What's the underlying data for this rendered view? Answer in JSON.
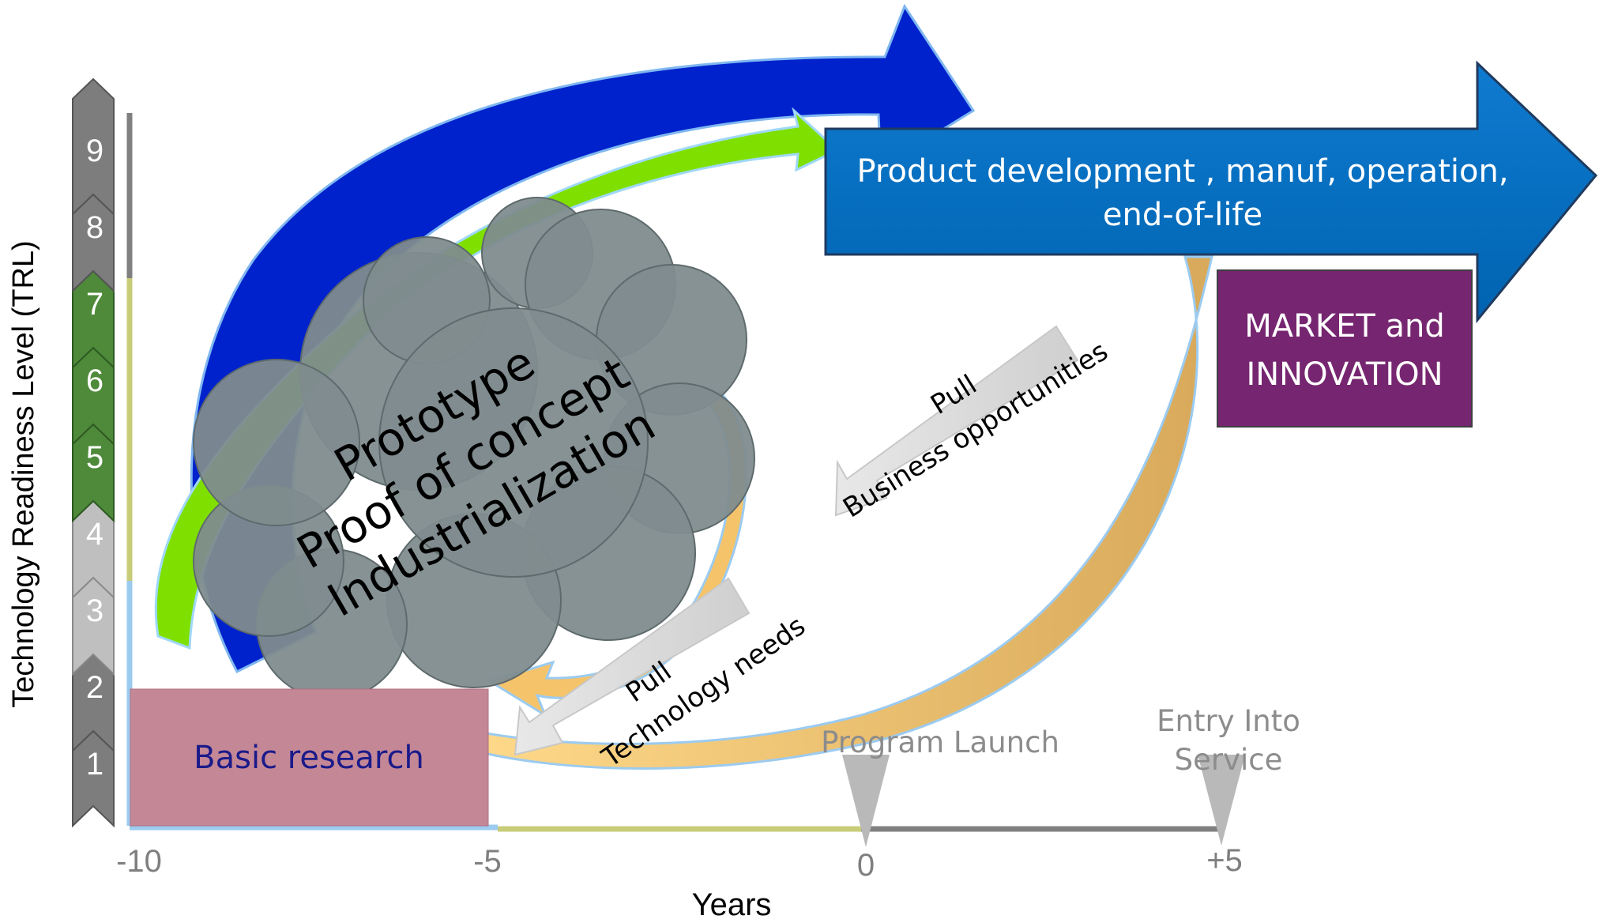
{
  "trl": {
    "axis_label": "Technology Readiness Level (TRL)",
    "levels": [
      "1",
      "2",
      "3",
      "4",
      "5",
      "6",
      "7",
      "8",
      "9"
    ]
  },
  "x_axis": {
    "label": "Years",
    "ticks": [
      "-10",
      "-5",
      "0",
      "+5"
    ]
  },
  "milestones": {
    "program_launch": "Program Launch",
    "entry_line1": "Entry Into",
    "entry_line2": "Service"
  },
  "cloud": {
    "line1": "Prototype",
    "line2": "Proof of concept",
    "line3": "Industrialization"
  },
  "product_arrow": {
    "line1": "Product development , manuf, operation,",
    "line2": "end-of-life"
  },
  "market_box": {
    "line1": "MARKET and",
    "line2": "INNOVATION"
  },
  "basic_research": "Basic research",
  "pull_business": {
    "line1": "Pull",
    "line2": "Business opportunities"
  },
  "pull_technology": {
    "line1": "Pull",
    "line2": "Technology needs"
  },
  "colors": {
    "product_arrow": "#0070C0",
    "market_box": "#762670",
    "basic_research": "#C48796",
    "cloud": "#7F8C8E",
    "blue_arrow": "#0022CC",
    "green_arrow": "#7FE000",
    "orange_arrow": "#F5C46A",
    "trl_dark": "#7D7D7D",
    "trl_green": "#4E8A3A",
    "trl_light": "#BFBFBF",
    "axis_yellow": "#C8CC78",
    "axis_gray": "#808080",
    "axis_blue": "#9CCBF0"
  }
}
